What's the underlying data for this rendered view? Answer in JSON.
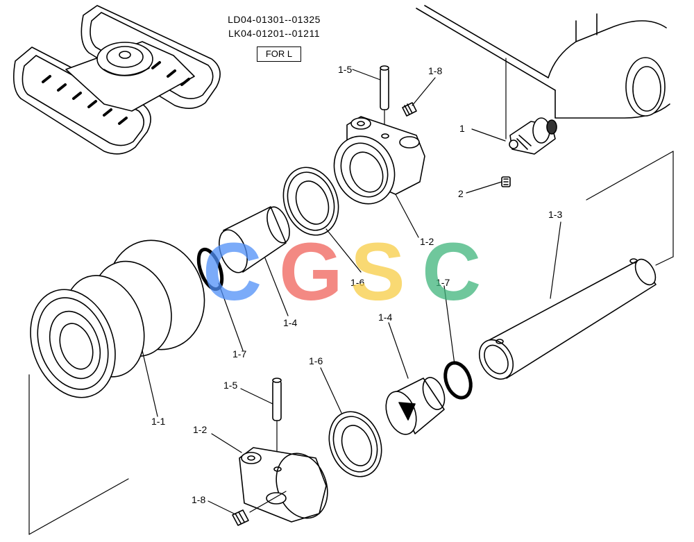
{
  "header": {
    "model_line_1": "LD04-01301--01325",
    "model_line_2": "LK04-01201--01211",
    "variant_box": "FOR L"
  },
  "callouts": [
    {
      "id": "c-1-5-top",
      "label": "1-5"
    },
    {
      "id": "c-1-8-top",
      "label": "1-8"
    },
    {
      "id": "c-1",
      "label": "1"
    },
    {
      "id": "c-2",
      "label": "2"
    },
    {
      "id": "c-1-3",
      "label": "1-3"
    },
    {
      "id": "c-1-2-top",
      "label": "1-2"
    },
    {
      "id": "c-1-6-top",
      "label": "1-6"
    },
    {
      "id": "c-1-7-right",
      "label": "1-7"
    },
    {
      "id": "c-1-4-top",
      "label": "1-4"
    },
    {
      "id": "c-1-7-left",
      "label": "1-7"
    },
    {
      "id": "c-1-4-bottom",
      "label": "1-4"
    },
    {
      "id": "c-1-6-bottom",
      "label": "1-6"
    },
    {
      "id": "c-1-5-bottom",
      "label": "1-5"
    },
    {
      "id": "c-1-2-bottom",
      "label": "1-2"
    },
    {
      "id": "c-1-8-bottom",
      "label": "1-8"
    },
    {
      "id": "c-1-1",
      "label": "1-1"
    }
  ],
  "watermark": {
    "letters": [
      "C",
      "G",
      "S",
      "C"
    ],
    "colors": [
      "#4f8ff7",
      "#f0625a",
      "#f7cd45",
      "#3fb57c"
    ]
  }
}
